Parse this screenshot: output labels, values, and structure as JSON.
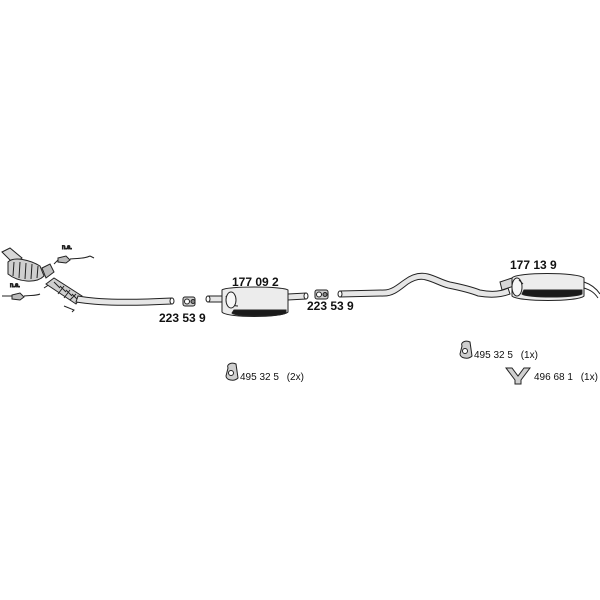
{
  "colors": {
    "line": "#222222",
    "pipe_fill": "#e6e6e6",
    "muffler_fill": "#ececec",
    "dark_fill": "#1a1a1a",
    "background": "#ffffff"
  },
  "na_labels": {
    "upper": "n.a.",
    "lower": "n.a."
  },
  "parts": {
    "clamp_front": {
      "number": "223 53 9"
    },
    "middle_muffler": {
      "number": "177 09 2"
    },
    "clamp_middle": {
      "number": "223 53 9"
    },
    "rear_muffler": {
      "number": "177 13 9"
    }
  },
  "hardware": {
    "mount_middle": {
      "number": "495 32 5",
      "qty": "(2x)"
    },
    "mount_rear": {
      "number": "495 32 5",
      "qty": "(1x)"
    },
    "hanger_rear": {
      "number": "496 68 1",
      "qty": "(1x)"
    }
  }
}
